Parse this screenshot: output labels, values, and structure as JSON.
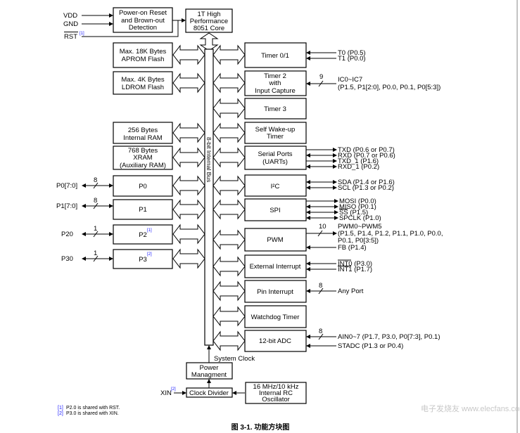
{
  "inputs": {
    "vdd": "VDD",
    "gnd": "GND",
    "rst": "RST",
    "rst_note": "[1]"
  },
  "blocks": {
    "por": [
      "Power-on Reset",
      "and Brown-out",
      "Detection"
    ],
    "core": [
      "1T High",
      "Performance",
      "8051 Core"
    ],
    "aprom": [
      "Max. 18K Bytes",
      "APROM Flash"
    ],
    "ldrom": [
      "Max. 4K Bytes",
      "LDROM Flash"
    ],
    "iram": [
      "256 Bytes",
      "Internal RAM"
    ],
    "xram": [
      "768 Bytes",
      "XRAM",
      "(Auxiliary RAM)"
    ],
    "p0": "P0",
    "p1": "P1",
    "p2": "P2",
    "p2_note": "[1]",
    "p3": "P3",
    "p3_note": "[2]",
    "timer01": "Timer 0/1",
    "timer2": [
      "Timer 2",
      "with",
      "Input Capture"
    ],
    "timer3": "Timer 3",
    "wkt": [
      "Self Wake-up",
      "Timer"
    ],
    "uart": [
      "Serial Ports",
      "(UARTs)"
    ],
    "i2c": "I²C",
    "spi": "SPI",
    "pwm": "PWM",
    "extint": "External Interrupt",
    "pinint": "Pin Interrupt",
    "wdt": "Watchdog Timer",
    "adc": "12-bit ADC",
    "pm": [
      "Power",
      "Managment"
    ],
    "clkdiv": "Clock Divider",
    "osc": [
      "16 MHz/10 kHz",
      "Internal RC",
      "Oscillator"
    ]
  },
  "bus_label": "8-bit Internal Bus",
  "system_clock": "System Clock",
  "xin": "XIN",
  "xin_note": "[2]",
  "ports_left": [
    {
      "label": "P0[7:0]",
      "width": "8"
    },
    {
      "label": "P1[7:0]",
      "width": "8"
    },
    {
      "label": "P20",
      "width": "1"
    },
    {
      "label": "P30",
      "width": "1"
    }
  ],
  "signals": {
    "timer01": [
      "T0 (P0.5)",
      "T1 (P0.0)"
    ],
    "timer2_width": "9",
    "timer2": [
      "IC0~IC7",
      "(P1.5, P1[2:0], P0.0, P0.1, P0[5:3])"
    ],
    "uart": [
      "TXD (P0.6 or P0.7)",
      "RXD (P0.7 or P0.6)",
      "TXD_1 (P1.6)",
      "RXD_1 (P0.2)"
    ],
    "i2c": [
      "SDA (P1.4 or P1.6)",
      "SCL (P1.3 or P0.2)"
    ],
    "spi": [
      "MOSI (P0.0)",
      "MISO (P0.1)",
      "SS (P1.5)",
      "SPCLK (P1.0)"
    ],
    "pwm_width": "10",
    "pwm": [
      "PWM0~PWM5",
      "(P1.5, P1.4, P1.2, P1.1, P1.0, P0.0,",
      "P0.1, P0[3:5])",
      "FB (P1.4)"
    ],
    "extint": [
      "INT0 (P3.0)",
      "INT1 (P1.7)"
    ],
    "pinint_width": "8",
    "pinint": "Any Port",
    "adc_width": "8",
    "adc": [
      "AIN0~7 (P1.7, P3.0, P0[7:3],  P0.1)",
      "STADC (P1.3 or P0.4)"
    ]
  },
  "footnotes": [
    {
      "mark": "[1]",
      "text": "P2.0 is shared with RST."
    },
    {
      "mark": "[2]",
      "text": "P3.0 is shared with XIN."
    }
  ],
  "caption": "图 3-1. 功能方块图",
  "watermark": "电子发烧友 www.elecfans.com"
}
